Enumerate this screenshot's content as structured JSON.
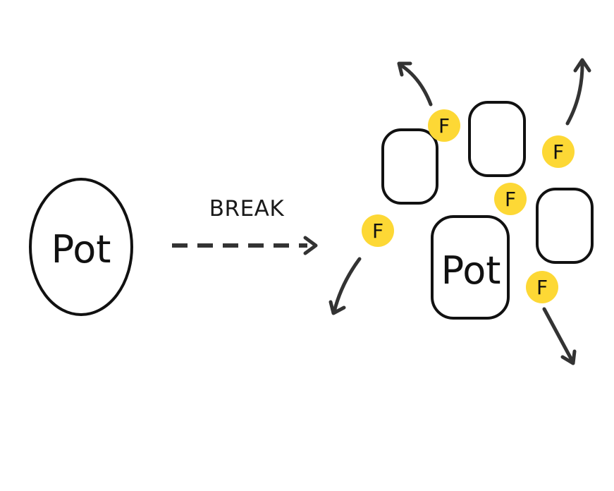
{
  "diagram": {
    "left_label": "Pot",
    "break_label": "BREAK",
    "fragment_label": "Pot",
    "particle_label": "F",
    "particle_color": "#FDD835",
    "stroke_color": "#111111",
    "arrow_color": "#333333"
  }
}
